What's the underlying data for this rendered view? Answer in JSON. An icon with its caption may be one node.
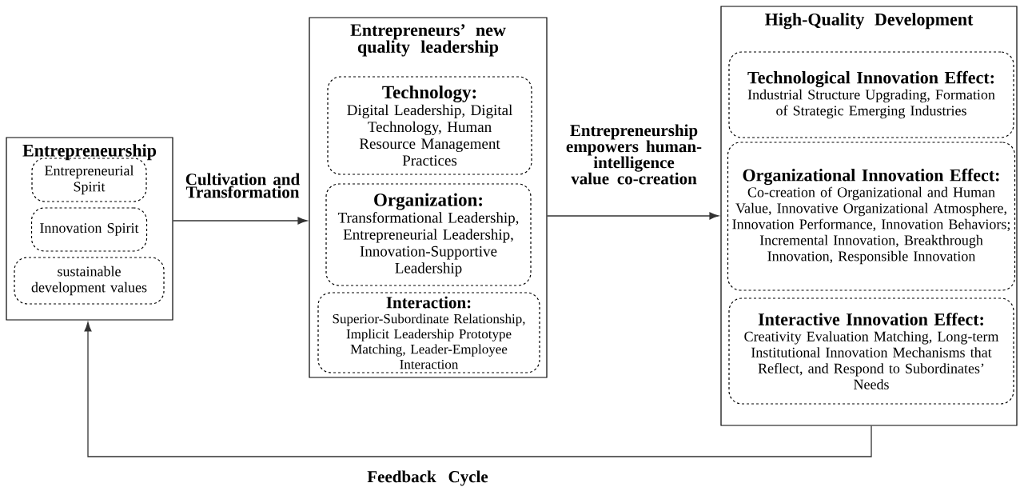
{
  "diagram": {
    "nodes": [
      {
        "text": [
          "Entrepreneurship"
        ]
      },
      {
        "text": [
          "Entrepreneurial Spirit"
        ],
        "in": 0
      },
      {
        "text": [
          "Innovation Spirit"
        ],
        "in": 0
      },
      {
        "text": [
          "sustainable development values"
        ],
        "in": 0
      },
      {
        "text": [
          "Entrepreneurs’ new quality leadership"
        ]
      },
      {
        "text": [
          "Technology:",
          "Digital Leadership, Digital Technology, Human Resource Management Practices"
        ],
        "in": 4
      },
      {
        "text": [
          "Organization:",
          "Transformational Leadership, Entrepreneurial Leadership, Innovation-Supportive Leadership"
        ],
        "in": 4
      },
      {
        "text": [
          "Interaction:",
          "Superior-Subordinate Relationship, Implicit Leadership Prototype Matching, Leader-Employee Interaction"
        ],
        "in": 4
      },
      {
        "text": [
          "High-Quality Development"
        ]
      },
      {
        "text": [
          "Technological Innovation Effect:",
          "Industrial Structure Upgrading, Formation of Strategic Emerging Industries"
        ],
        "in": 8
      },
      {
        "text": [
          "Organizational Innovation Effect:",
          "Co-creation of Organizational and Human Value, Innovative Organizational Atmosphere, Innovation Performance, Innovation Behaviors; Incremental Innovation, Breakthrough Innovation, Responsible Innovation"
        ],
        "in": 8
      },
      {
        "text": [
          "Interactive Innovation Effect:",
          "Creativity Evaluation Matching, Long-term Institutional Innovation Mechanisms that Reflect, and Respond to Subordinates’ Needs"
        ],
        "in": 8
      }
    ],
    "edges": [
      {
        "from": 0,
        "to": 4,
        "arrow": "to",
        "label": "Cultivation and Transformation"
      },
      {
        "from": 4,
        "to": 8,
        "arrow": "to",
        "label": "Entrepreneurship empowers human-intelligence value co-creation"
      },
      {
        "from": 8,
        "to": 0,
        "arrow": "to",
        "label": "Feedback Cycle"
      }
    ]
  }
}
